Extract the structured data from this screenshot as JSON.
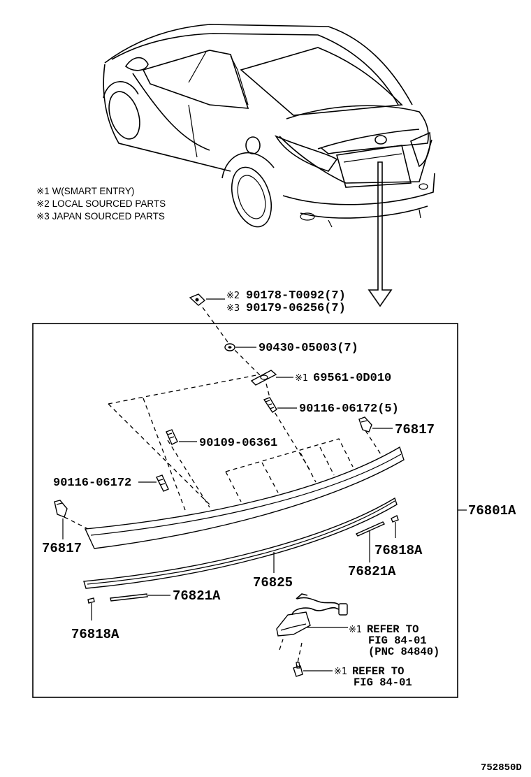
{
  "notes": [
    "※1 W(SMART ENTRY)",
    "※2 LOCAL SOURCED PARTS",
    "※3 JAPAN SOURCED PARTS"
  ],
  "callouts": {
    "p1_mark": "※2",
    "p1": "90178-T0092(7)",
    "p2_mark": "※3",
    "p2": "90179-06256(7)",
    "p3": "90430-05003(7)",
    "p4_mark": "※1",
    "p4": "69561-0D010",
    "p5": "90116-06172(5)",
    "p6": "76817",
    "p7": "90109-06361",
    "p8": "90116-06172",
    "assembly": "76801A",
    "p9": "76817",
    "p10": "76818A",
    "p11": "76821A",
    "p12": "76825",
    "p13": "76821A",
    "p14": "76818A",
    "ref1_mark": "※1",
    "ref1_line1": "REFER TO",
    "ref1_line2": "FIG 84-01",
    "ref1_line3": "(PNC 84840)",
    "ref2_mark": "※1",
    "ref2_line1": "REFER TO",
    "ref2_line2": "FIG 84-01"
  },
  "diagram_code": "752850D"
}
